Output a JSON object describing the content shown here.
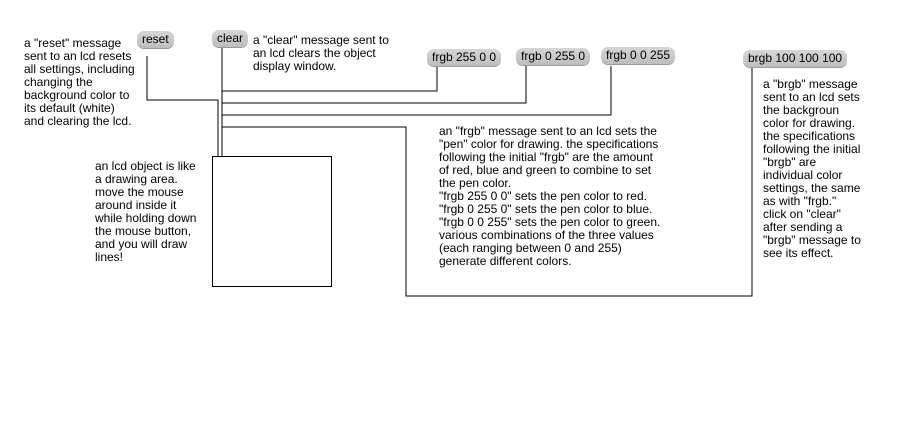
{
  "patch": {
    "messages": {
      "reset": "reset",
      "clear": "clear",
      "frgb_red": "frgb 255 0 0",
      "frgb_blue": "frgb 0 255 0",
      "frgb_green": "frgb 0 0 255",
      "brgb": "brgb 100 100 100"
    },
    "comments": {
      "reset": "a \"reset\" message\nsent to an lcd resets\nall settings, including\nchanging the\nbackground color to\nits default (white)\nand clearing the lcd.",
      "clear": "a \"clear\" message sent to\nan lcd clears the object\ndisplay window.",
      "lcd": "an lcd object is like\na drawing area.\nmove the mouse\naround inside it\nwhile holding down\nthe mouse button,\nand you will draw\nlines!",
      "frgb": "an \"frgb\" message sent to an lcd sets the\n\"pen\" color for drawing. the specifications\nfollowing the initial \"frgb\" are the amount\nof red, blue and green to combine to set\nthe pen color.\n\"frgb 255 0 0\" sets the pen color to red.\n\"frgb 0 255 0\" sets the pen color to blue.\n\"frgb 0 0 255\" sets the pen color to green.\nvarious combinations of the three values\n(each ranging between 0 and 255)\ngenerate different colors.",
      "brgb": "a \"brgb\" message\nsent to an lcd sets\nthe backgroun\ncolor for drawing.\nthe specifications\nfollowing the initial\n\"brgb\" are\nindividual color\nsettings, the same\nas with \"frgb.\"\nclick on \"clear\"\nafter sending a\n\"brgb\" message to\nsee its effect."
    },
    "colors": {
      "message_box": "#c8c8c8",
      "wire": "#000000",
      "background": "#ffffff"
    }
  }
}
